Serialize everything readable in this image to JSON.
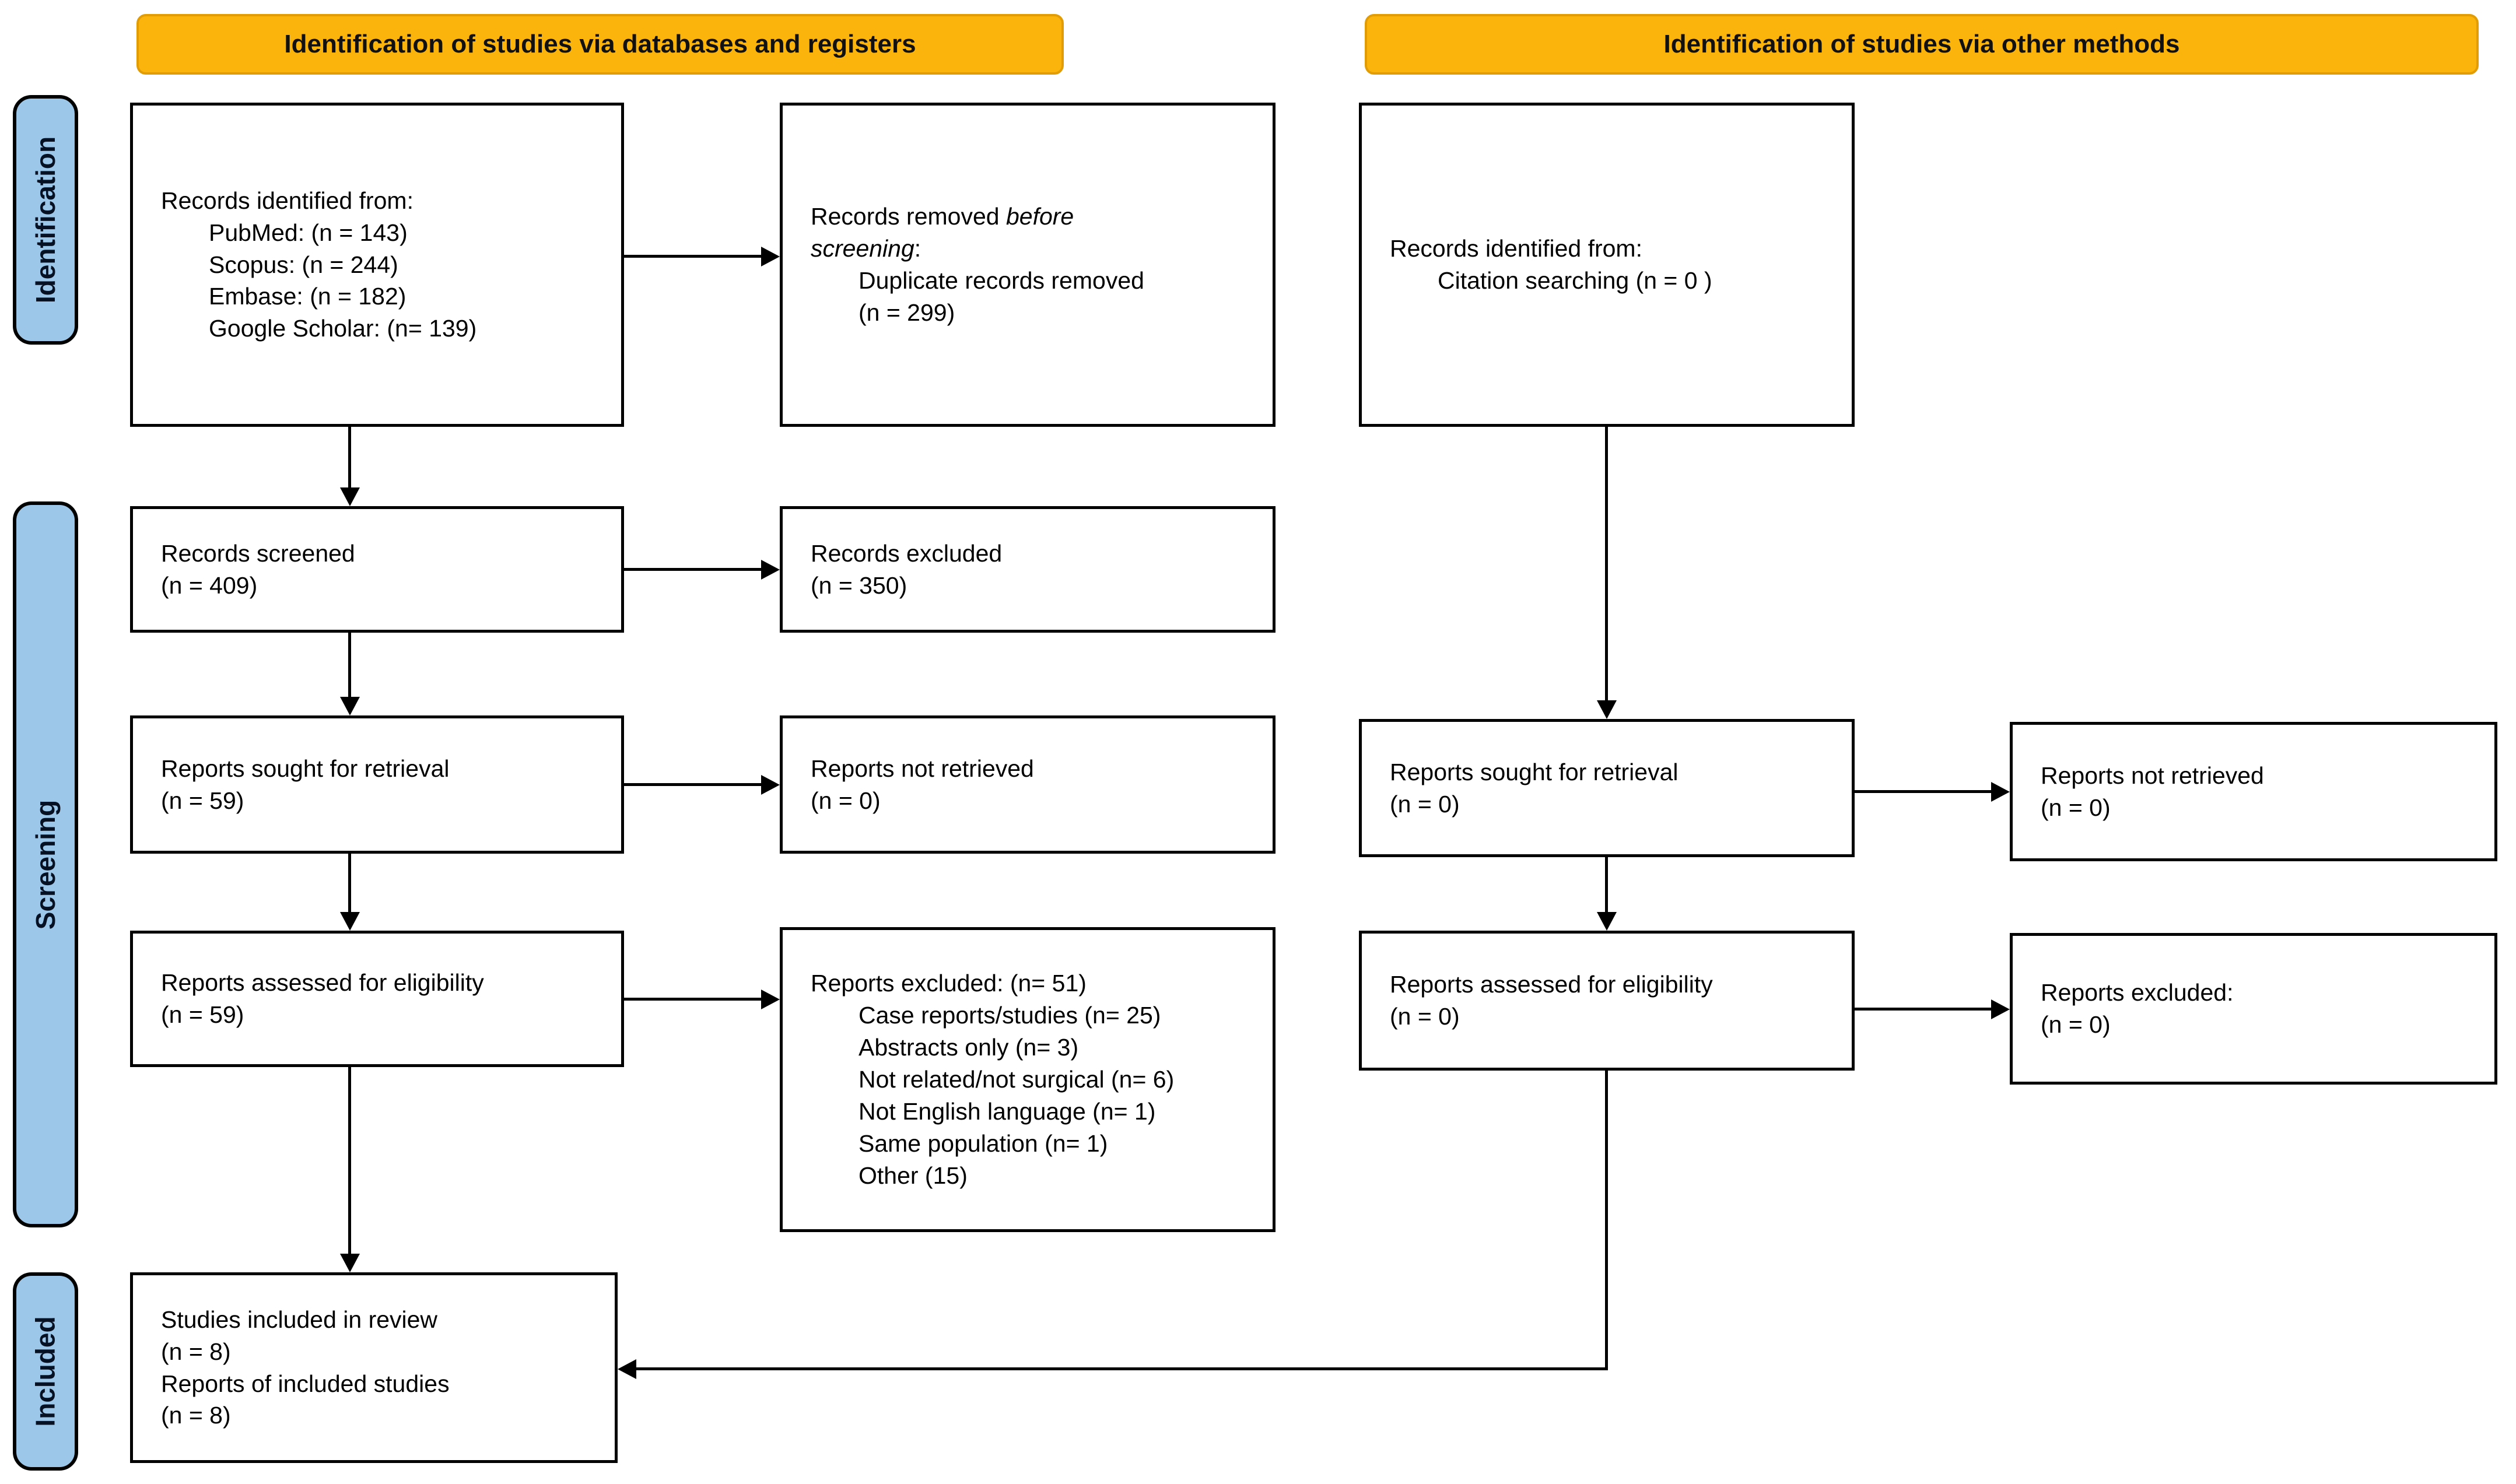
{
  "banners": {
    "databases": "Identification of studies via databases and registers",
    "other_methods": "Identification of studies via other methods"
  },
  "side_labels": {
    "identification": "Identification",
    "screening": "Screening",
    "included": "Included"
  },
  "palette": {
    "banner_fill": "#FBB40C",
    "banner_border": "#E29D06",
    "stage_fill": "#9CC7E9",
    "box_border": "#000000",
    "arrow": "#000000"
  },
  "boxes": {
    "records_identified_db": {
      "title": "Records identified from:",
      "items": [
        "PubMed: (n = 143)",
        "Scopus: (n = 244)",
        "Embase: (n = 182)",
        "Google Scholar: (n= 139)"
      ]
    },
    "records_removed": {
      "line1_normal": "Records removed ",
      "line1_italic": "before",
      "line2_italic": "screening",
      "line2_normal": ":",
      "item_line1": "Duplicate records removed",
      "item_line2": "(n = 299)"
    },
    "records_identified_other": {
      "title": "Records identified from:",
      "items": [
        "Citation searching (n = 0 )"
      ]
    },
    "records_screened": {
      "line1": "Records screened",
      "line2": "(n = 409)"
    },
    "records_excluded": {
      "line1": "Records excluded",
      "line2": "(n = 350)"
    },
    "reports_sought_db": {
      "line1": "Reports sought for retrieval",
      "line2": "(n = 59)"
    },
    "reports_not_retrieved_db": {
      "line1": "Reports not retrieved",
      "line2": "(n = 0)"
    },
    "reports_sought_other": {
      "line1": "Reports sought for retrieval",
      "line2": "(n = 0)"
    },
    "reports_not_retrieved_other": {
      "line1": "Reports not retrieved",
      "line2": "(n = 0)"
    },
    "reports_assessed_db": {
      "line1": "Reports assessed for eligibility",
      "line2": "(n = 59)"
    },
    "reports_excluded_db": {
      "title": "Reports excluded: (n= 51)",
      "items": [
        "Case reports/studies (n= 25)",
        "Abstracts only (n= 3)",
        "Not related/not surgical (n= 6)",
        "Not English language (n= 1)",
        "Same population (n= 1)",
        "Other (15)"
      ]
    },
    "reports_assessed_other": {
      "line1": "Reports assessed for eligibility",
      "line2": "(n = 0)"
    },
    "reports_excluded_other": {
      "line1": "Reports excluded:",
      "line2": "(n = 0)"
    },
    "included_studies": {
      "line1": "Studies included in review",
      "line2": "(n = 8)",
      "line3": "Reports of included studies",
      "line4": "(n = 8)"
    }
  }
}
